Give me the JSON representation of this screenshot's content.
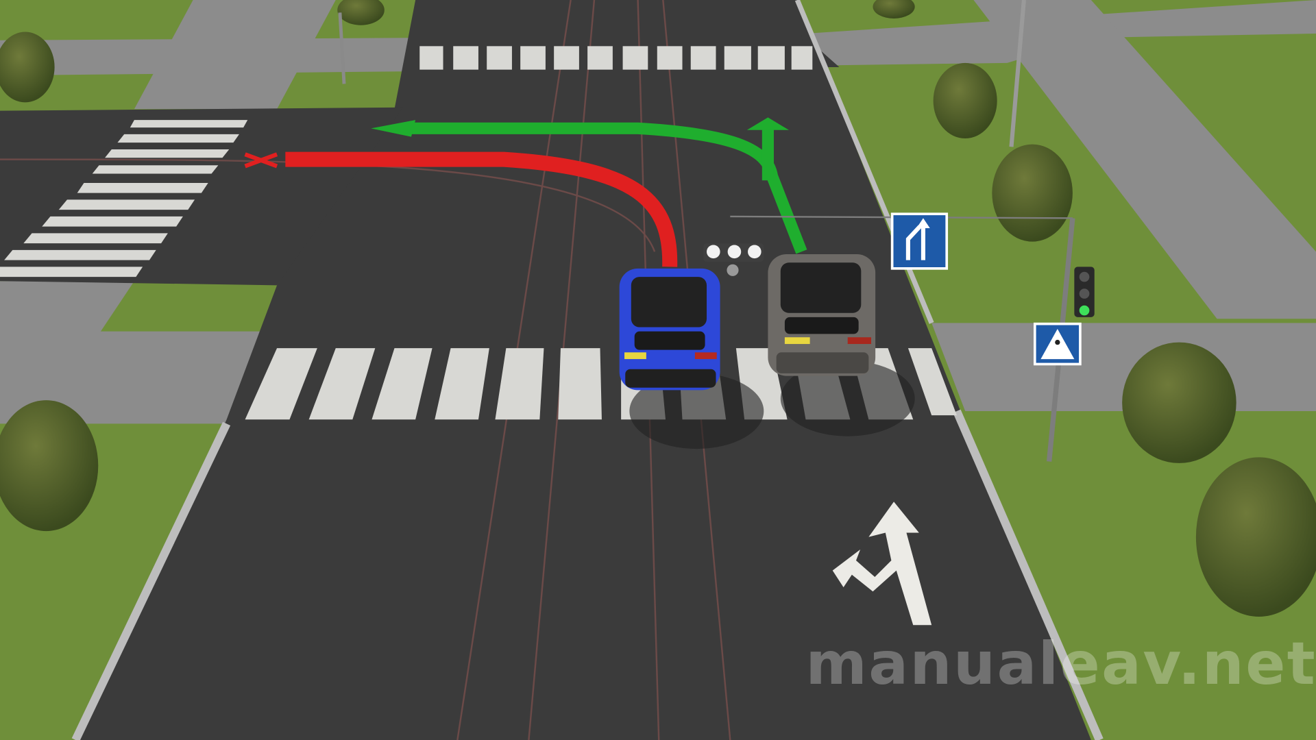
{
  "watermark": "manualeav.net",
  "colors": {
    "grass": "#6f8f3a",
    "asphalt": "#3b3b3b",
    "sidewalk": "#8c8c8c",
    "allowed_path": "#1fae2e",
    "forbidden_path": "#e02020",
    "car_blue": "#2d48d8",
    "car_gray": "#6d6a66",
    "sign_blue": "#1e5aa8"
  },
  "paths": {
    "allowed": "green-arrow",
    "forbidden": "red-arrow-crossed"
  }
}
